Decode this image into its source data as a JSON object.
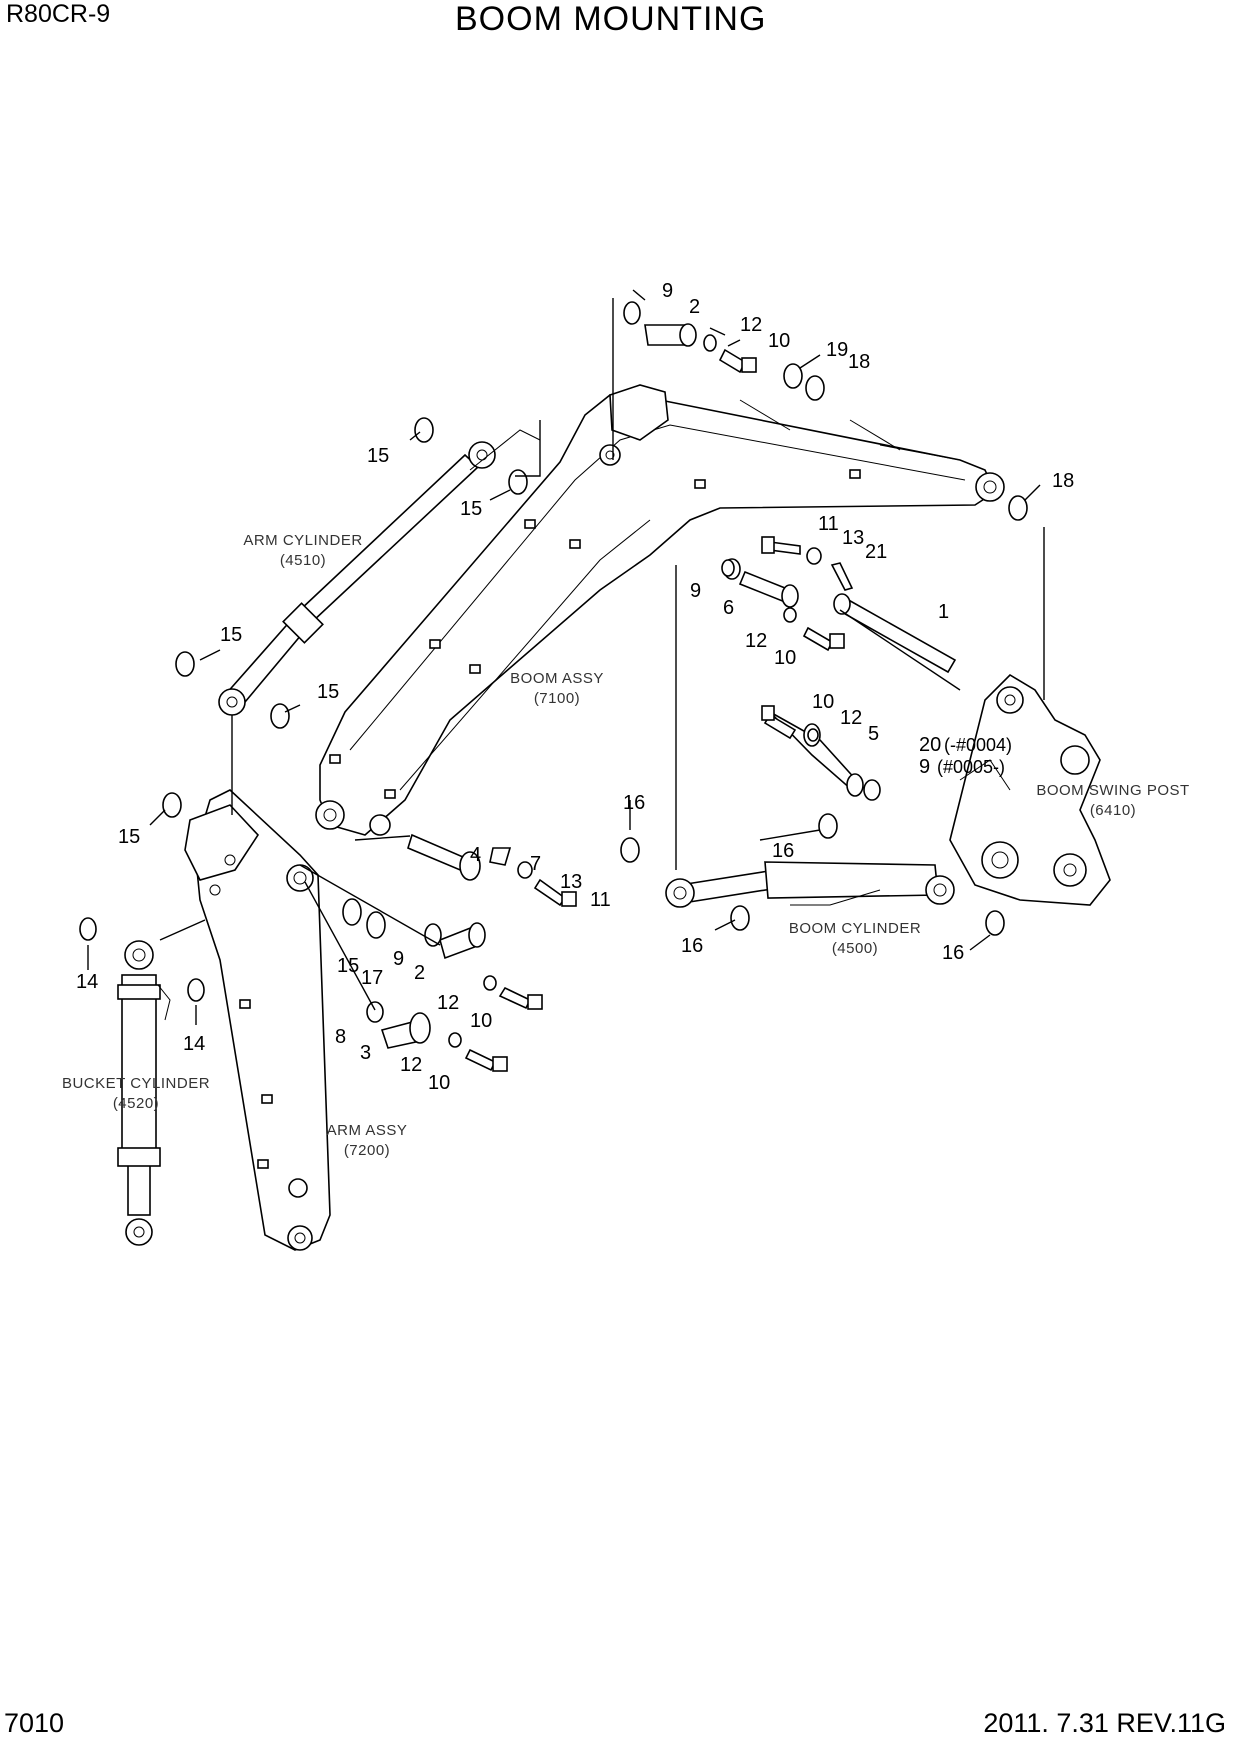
{
  "header": {
    "model": "R80CR-9",
    "title": "BOOM MOUNTING"
  },
  "footer": {
    "page_number": "7010",
    "revision": "2011. 7.31  REV.11G"
  },
  "assemblies": {
    "arm_cylinder": {
      "name": "ARM CYLINDER",
      "code": "(4510)"
    },
    "boom_assy": {
      "name": "BOOM ASSY",
      "code": "(7100)"
    },
    "boom_swing_post": {
      "name": "BOOM SWING POST",
      "code": "(6410)"
    },
    "boom_cylinder": {
      "name": "BOOM CYLINDER",
      "code": "(4500)"
    },
    "bucket_cylinder": {
      "name": "BUCKET CYLINDER",
      "code": "(4520)"
    },
    "arm_assy": {
      "name": "ARM ASSY",
      "code": "(7200)"
    }
  },
  "serial_notes": {
    "item20": "(-#0004)",
    "item9": "(#0005-)"
  },
  "callouts": [
    "9",
    "2",
    "12",
    "10",
    "19",
    "18",
    "18",
    "15",
    "15",
    "11",
    "13",
    "21",
    "9",
    "6",
    "1",
    "12",
    "10",
    "15",
    "15",
    "10",
    "12",
    "5",
    "20",
    "9",
    "16",
    "4",
    "7",
    "13",
    "11",
    "16",
    "16",
    "16",
    "15",
    "14",
    "15",
    "17",
    "9",
    "2",
    "12",
    "10",
    "14",
    "8",
    "3",
    "12",
    "10"
  ]
}
